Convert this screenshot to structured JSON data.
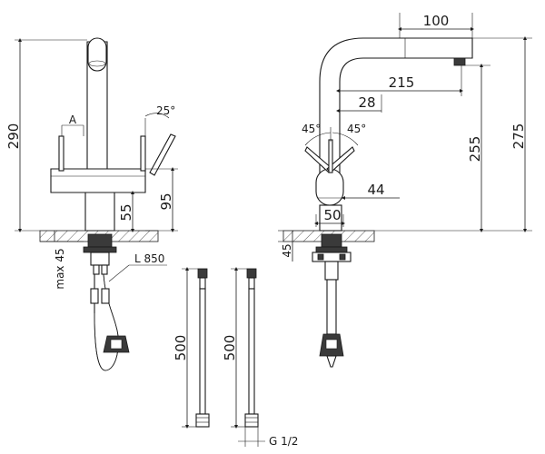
{
  "front_view": {
    "height_total": "290",
    "label_a": "A",
    "angle_handle": "25°",
    "handle_height": "95",
    "base_height": "55",
    "max_deck": "max 45",
    "hose_length": "L 850"
  },
  "side_view": {
    "spout_extension": "100",
    "reach": "215",
    "offset": "28",
    "angle_left": "45°",
    "angle_right": "45°",
    "spout_height": "255",
    "overall_height": "275",
    "body_width": "44",
    "base_diameter": "50",
    "deck": "45"
  },
  "hoses": {
    "length_1": "500",
    "length_2": "500",
    "thread": "G 1/2"
  }
}
